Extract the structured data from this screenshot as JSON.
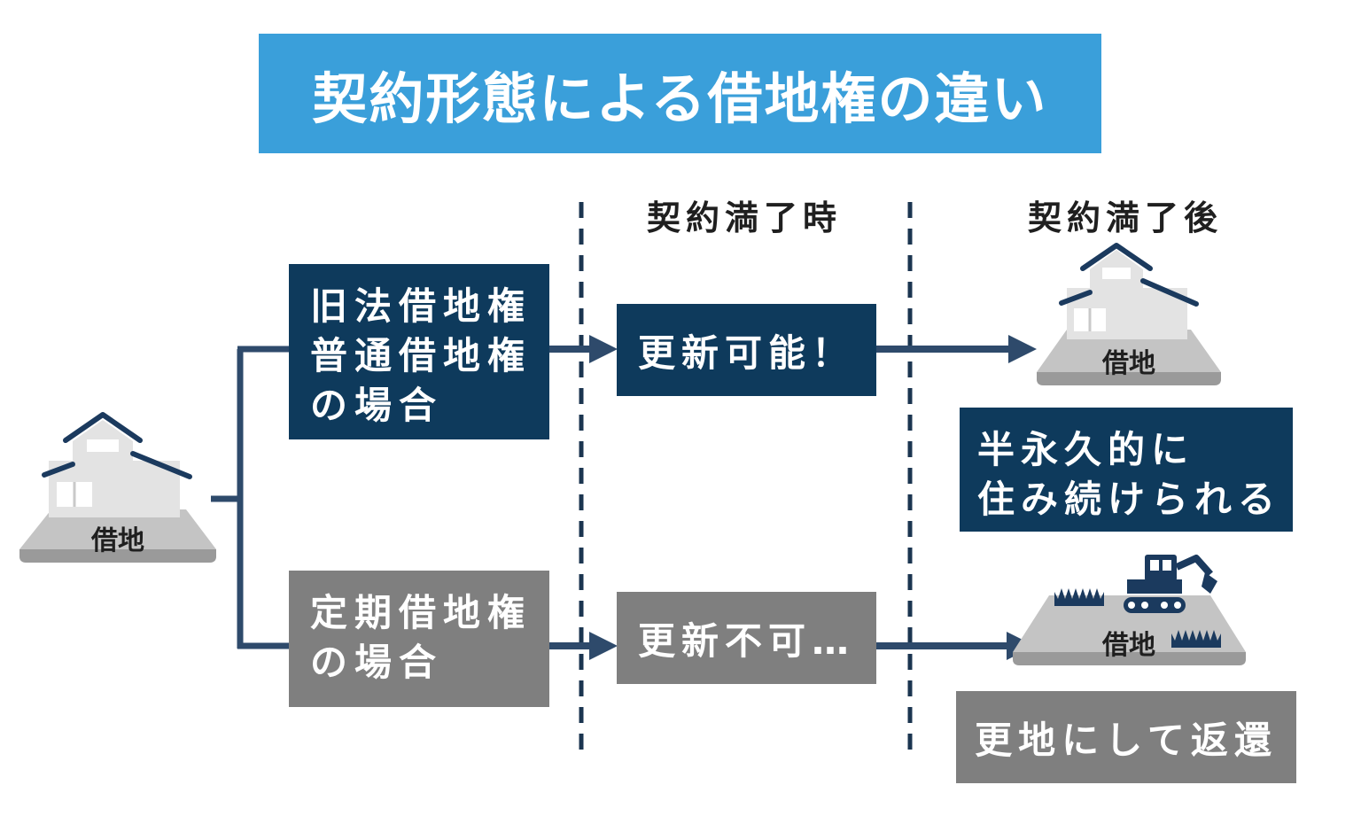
{
  "title": "契約形態による借地権の違い",
  "columns": {
    "expiry": "契約満了時",
    "after": "契約満了後"
  },
  "left_land_label": "借地",
  "case_old": {
    "lines": [
      "旧法借地権",
      "普通借地権",
      "の場合"
    ]
  },
  "case_fixed": {
    "lines": [
      "定期借地権",
      "の場合"
    ]
  },
  "renewal_possible": "更新可能！",
  "renewal_impossible": "更新不可…",
  "result_old": {
    "land_label": "借地",
    "lines": [
      "半永久的に",
      "住み続けられる"
    ]
  },
  "result_fixed": {
    "land_label": "借地",
    "text": "更地にして返還"
  },
  "colors": {
    "title_bg": "#3a9fda",
    "navy": "#0e3a5c",
    "gray": "#7f7f7f",
    "connector": "#2e4a6b",
    "land": "#c4c4c4"
  },
  "icons": [
    "house-icon",
    "excavator-icon",
    "arrow-right-icon"
  ]
}
